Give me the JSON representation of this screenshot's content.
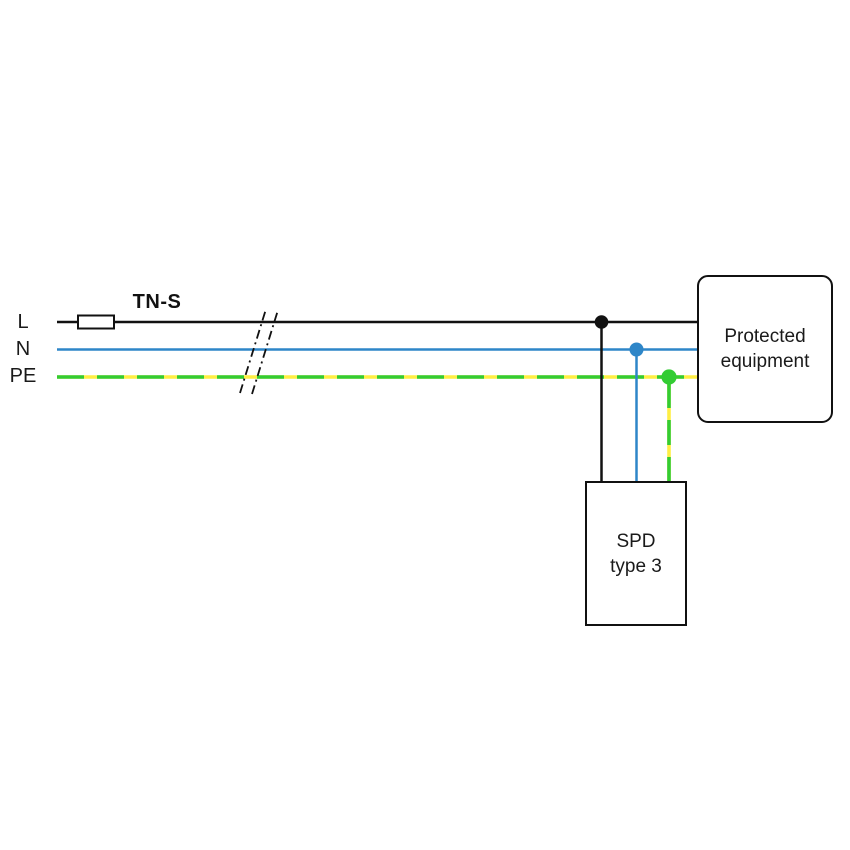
{
  "diagram": {
    "system_label": "TN-S",
    "conductors": {
      "line": "L",
      "neutral": "N",
      "protective_earth": "PE"
    },
    "protected_equipment": {
      "line1": "Protected",
      "line2": "equipment"
    },
    "spd": {
      "line1": "SPD",
      "line2": "type 3"
    },
    "colors": {
      "conductor_black": "#111111",
      "neutral_blue": "#2e86c8",
      "pe_green": "#33cc33",
      "pe_yellow": "#ffee44"
    }
  }
}
